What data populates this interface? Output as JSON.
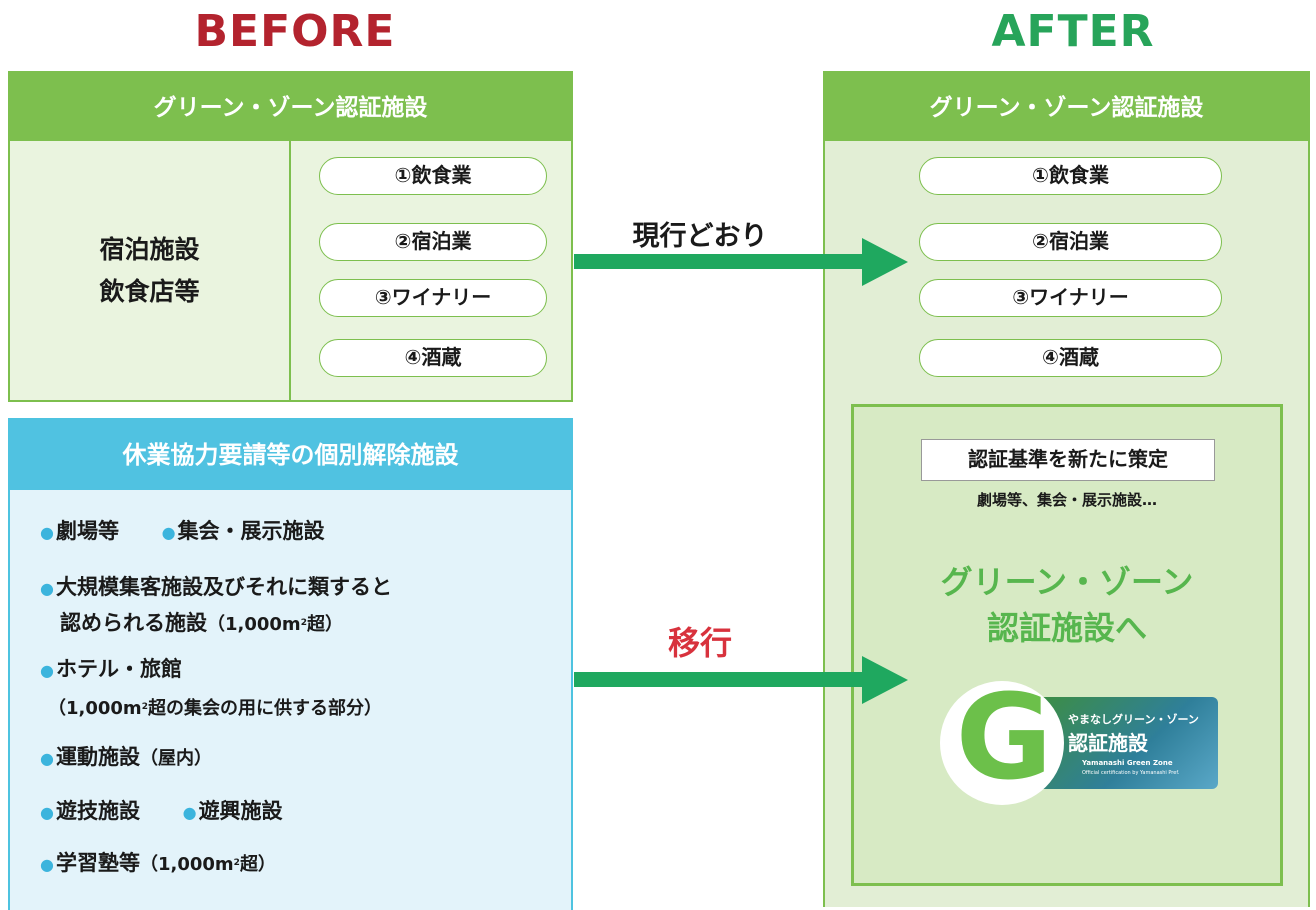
{
  "before_title": "BEFORE",
  "after_title": "AFTER",
  "before_box": {
    "header": "グリーン・ゾーン認証施設",
    "left_lines": [
      "宿泊施設",
      "飲食店等"
    ],
    "pills": [
      "①飲食業",
      "②宿泊業",
      "③ワイナリー",
      "④酒蔵"
    ]
  },
  "after_box": {
    "header": "グリーン・ゾーン認証施設",
    "pills": [
      "①飲食業",
      "②宿泊業",
      "③ワイナリー",
      "④酒蔵"
    ],
    "new_standard_label": "認証基準を新たに策定",
    "new_standard_sub": "劇場等、集会・展示施設…",
    "to_gz_line1": "グリーン・ゾーン",
    "to_gz_line2": "認証施設へ"
  },
  "arrows": {
    "current_label": "現行どおり",
    "move_label": "移行"
  },
  "lower_box": {
    "header": "休業協力要請等の個別解除施設",
    "bullet": "●",
    "items": {
      "theater": "劇場等",
      "assembly": "集会・展示施設",
      "large_line1": "大規模集客施設及びそれに類すると",
      "large_line2_a": "認められる施設",
      "large_line2_b": "（1,000m",
      "large_line2_c": "超）",
      "hotel": "ホテル・旅館",
      "hotel_sub_a": "（1,000m",
      "hotel_sub_b": "超の集会の用に供する部分）",
      "sports_a": "運動施設",
      "sports_b": "（屋内）",
      "amusement": "遊技施設",
      "entertainment": "遊興施設",
      "cram_a": "学習塾等",
      "cram_b": "（1,000m",
      "cram_c": "超）",
      "sup2": "2"
    }
  },
  "logo": {
    "letter": "G",
    "line1": "やまなしグリーン・ゾーン",
    "line2": "認証施設",
    "en1": "Yamanashi Green Zone",
    "en2": "Official certification by Yamanashi Pref."
  },
  "colors": {
    "before_red": "#b3232e",
    "after_green": "#27a45a",
    "header_green": "#7dbf4e",
    "header_blue": "#50c2e1",
    "arrow_green": "#1fa85f",
    "move_red": "#d8323d"
  }
}
